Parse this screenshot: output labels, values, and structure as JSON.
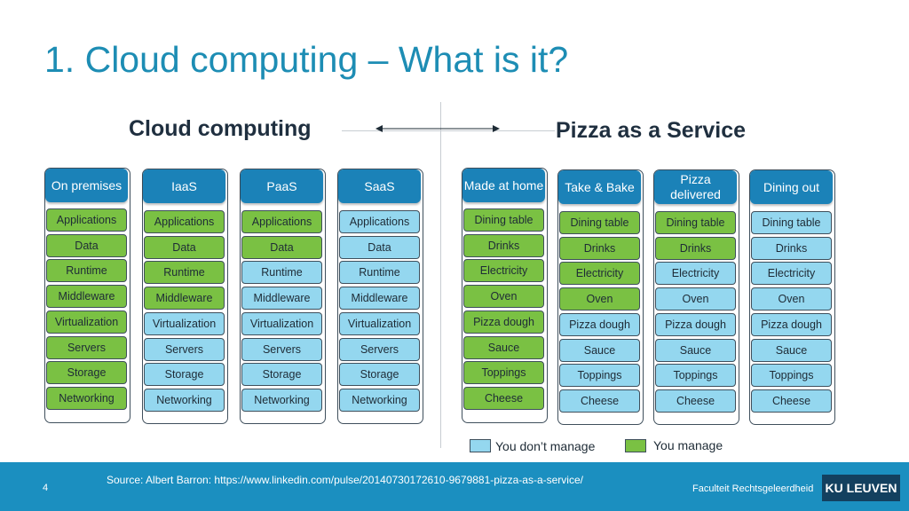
{
  "slide": {
    "title": "1. Cloud computing – What is it?",
    "heading_left": "Cloud computing",
    "heading_right": "Pizza as a Service"
  },
  "cloud_columns": [
    {
      "header": "On premises",
      "cells": [
        {
          "label": "Applications",
          "managed_by": "you"
        },
        {
          "label": "Data",
          "managed_by": "you"
        },
        {
          "label": "Runtime",
          "managed_by": "you"
        },
        {
          "label": "Middleware",
          "managed_by": "you"
        },
        {
          "label": "Virtualization",
          "managed_by": "you"
        },
        {
          "label": "Servers",
          "managed_by": "you"
        },
        {
          "label": "Storage",
          "managed_by": "you"
        },
        {
          "label": "Networking",
          "managed_by": "you"
        }
      ]
    },
    {
      "header": "IaaS",
      "cells": [
        {
          "label": "Applications",
          "managed_by": "you"
        },
        {
          "label": "Data",
          "managed_by": "you"
        },
        {
          "label": "Runtime",
          "managed_by": "you"
        },
        {
          "label": "Middleware",
          "managed_by": "you"
        },
        {
          "label": "Virtualization",
          "managed_by": "provider"
        },
        {
          "label": "Servers",
          "managed_by": "provider"
        },
        {
          "label": "Storage",
          "managed_by": "provider"
        },
        {
          "label": "Networking",
          "managed_by": "provider"
        }
      ]
    },
    {
      "header": "PaaS",
      "cells": [
        {
          "label": "Applications",
          "managed_by": "you"
        },
        {
          "label": "Data",
          "managed_by": "you"
        },
        {
          "label": "Runtime",
          "managed_by": "provider"
        },
        {
          "label": "Middleware",
          "managed_by": "provider"
        },
        {
          "label": "Virtualization",
          "managed_by": "provider"
        },
        {
          "label": "Servers",
          "managed_by": "provider"
        },
        {
          "label": "Storage",
          "managed_by": "provider"
        },
        {
          "label": "Networking",
          "managed_by": "provider"
        }
      ]
    },
    {
      "header": "SaaS",
      "cells": [
        {
          "label": "Applications",
          "managed_by": "provider"
        },
        {
          "label": "Data",
          "managed_by": "provider"
        },
        {
          "label": "Runtime",
          "managed_by": "provider"
        },
        {
          "label": "Middleware",
          "managed_by": "provider"
        },
        {
          "label": "Virtualization",
          "managed_by": "provider"
        },
        {
          "label": "Servers",
          "managed_by": "provider"
        },
        {
          "label": "Storage",
          "managed_by": "provider"
        },
        {
          "label": "Networking",
          "managed_by": "provider"
        }
      ]
    }
  ],
  "pizza_columns": [
    {
      "header": "Made at home",
      "cells": [
        {
          "label": "Dining table",
          "managed_by": "you"
        },
        {
          "label": "Drinks",
          "managed_by": "you"
        },
        {
          "label": "Electricity",
          "managed_by": "you"
        },
        {
          "label": "Oven",
          "managed_by": "you"
        },
        {
          "label": "Pizza dough",
          "managed_by": "you"
        },
        {
          "label": "Sauce",
          "managed_by": "you"
        },
        {
          "label": "Toppings",
          "managed_by": "you"
        },
        {
          "label": "Cheese",
          "managed_by": "you"
        }
      ]
    },
    {
      "header": "Take & Bake",
      "cells": [
        {
          "label": "Dining table",
          "managed_by": "you"
        },
        {
          "label": "Drinks",
          "managed_by": "you"
        },
        {
          "label": "Electricity",
          "managed_by": "you"
        },
        {
          "label": "Oven",
          "managed_by": "you"
        },
        {
          "label": "Pizza dough",
          "managed_by": "provider"
        },
        {
          "label": "Sauce",
          "managed_by": "provider"
        },
        {
          "label": "Toppings",
          "managed_by": "provider"
        },
        {
          "label": "Cheese",
          "managed_by": "provider"
        }
      ]
    },
    {
      "header": "Pizza delivered",
      "cells": [
        {
          "label": "Dining table",
          "managed_by": "you"
        },
        {
          "label": "Drinks",
          "managed_by": "you"
        },
        {
          "label": "Electricity",
          "managed_by": "provider"
        },
        {
          "label": "Oven",
          "managed_by": "provider"
        },
        {
          "label": "Pizza dough",
          "managed_by": "provider"
        },
        {
          "label": "Sauce",
          "managed_by": "provider"
        },
        {
          "label": "Toppings",
          "managed_by": "provider"
        },
        {
          "label": "Cheese",
          "managed_by": "provider"
        }
      ]
    },
    {
      "header": "Dining out",
      "cells": [
        {
          "label": "Dining table",
          "managed_by": "provider"
        },
        {
          "label": "Drinks",
          "managed_by": "provider"
        },
        {
          "label": "Electricity",
          "managed_by": "provider"
        },
        {
          "label": "Oven",
          "managed_by": "provider"
        },
        {
          "label": "Pizza dough",
          "managed_by": "provider"
        },
        {
          "label": "Sauce",
          "managed_by": "provider"
        },
        {
          "label": "Toppings",
          "managed_by": "provider"
        },
        {
          "label": "Cheese",
          "managed_by": "provider"
        }
      ]
    }
  ],
  "legend": {
    "not_managed_label": "You don’t manage",
    "managed_label": "You manage"
  },
  "colors": {
    "managed": "#7ac143",
    "not_managed": "#94d7ef",
    "header": "#1b82b8",
    "title": "#1d8db4",
    "footer": "#1b8fc0"
  },
  "footer": {
    "page_number": "4",
    "source": "Source: Albert Barron: https://www.linkedin.com/pulse/20140730172610-9679881-pizza-as-a-service/",
    "faculty": "Faculteit Rechtsgeleerdheid",
    "logo_text": "KU LEUVEN"
  }
}
